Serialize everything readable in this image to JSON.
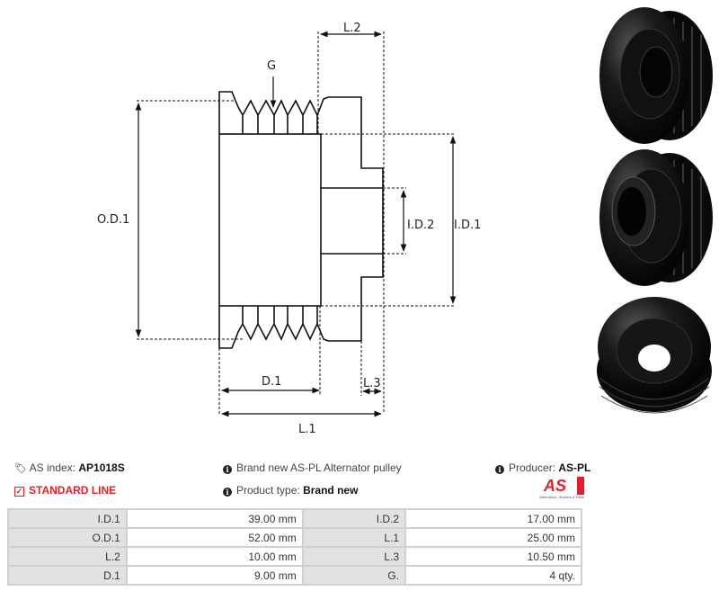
{
  "diagram": {
    "labels": {
      "l2": "L.2",
      "g": "G",
      "od1": "O.D.1",
      "id2": "I.D.2",
      "id1": "I.D.1",
      "d1": "D.1",
      "l3": "L.3",
      "l1": "L.1"
    }
  },
  "info": {
    "as_index_label": "AS index:",
    "as_index_value": "AP1018S",
    "line": "STANDARD LINE",
    "description": "Brand new AS-PL Alternator pulley",
    "product_type_label": "Product type:",
    "product_type_value": "Brand new",
    "producer_label": "Producer:",
    "producer_value": "AS-PL",
    "logo_text": "AS",
    "logo_tagline": "Alternators, Starters & Parts"
  },
  "specs": [
    {
      "k1": "I.D.1",
      "v1": "39.00 mm",
      "k2": "I.D.2",
      "v2": "17.00 mm"
    },
    {
      "k1": "O.D.1",
      "v1": "52.00 mm",
      "k2": "L.1",
      "v2": "25.00 mm"
    },
    {
      "k1": "L.2",
      "v1": "10.00 mm",
      "k2": "L.3",
      "v2": "10.50 mm"
    },
    {
      "k1": "D.1",
      "v1": "9.00 mm",
      "k2": "G.",
      "v2": "4 qty."
    }
  ],
  "colors": {
    "accent": "#e3202a"
  }
}
